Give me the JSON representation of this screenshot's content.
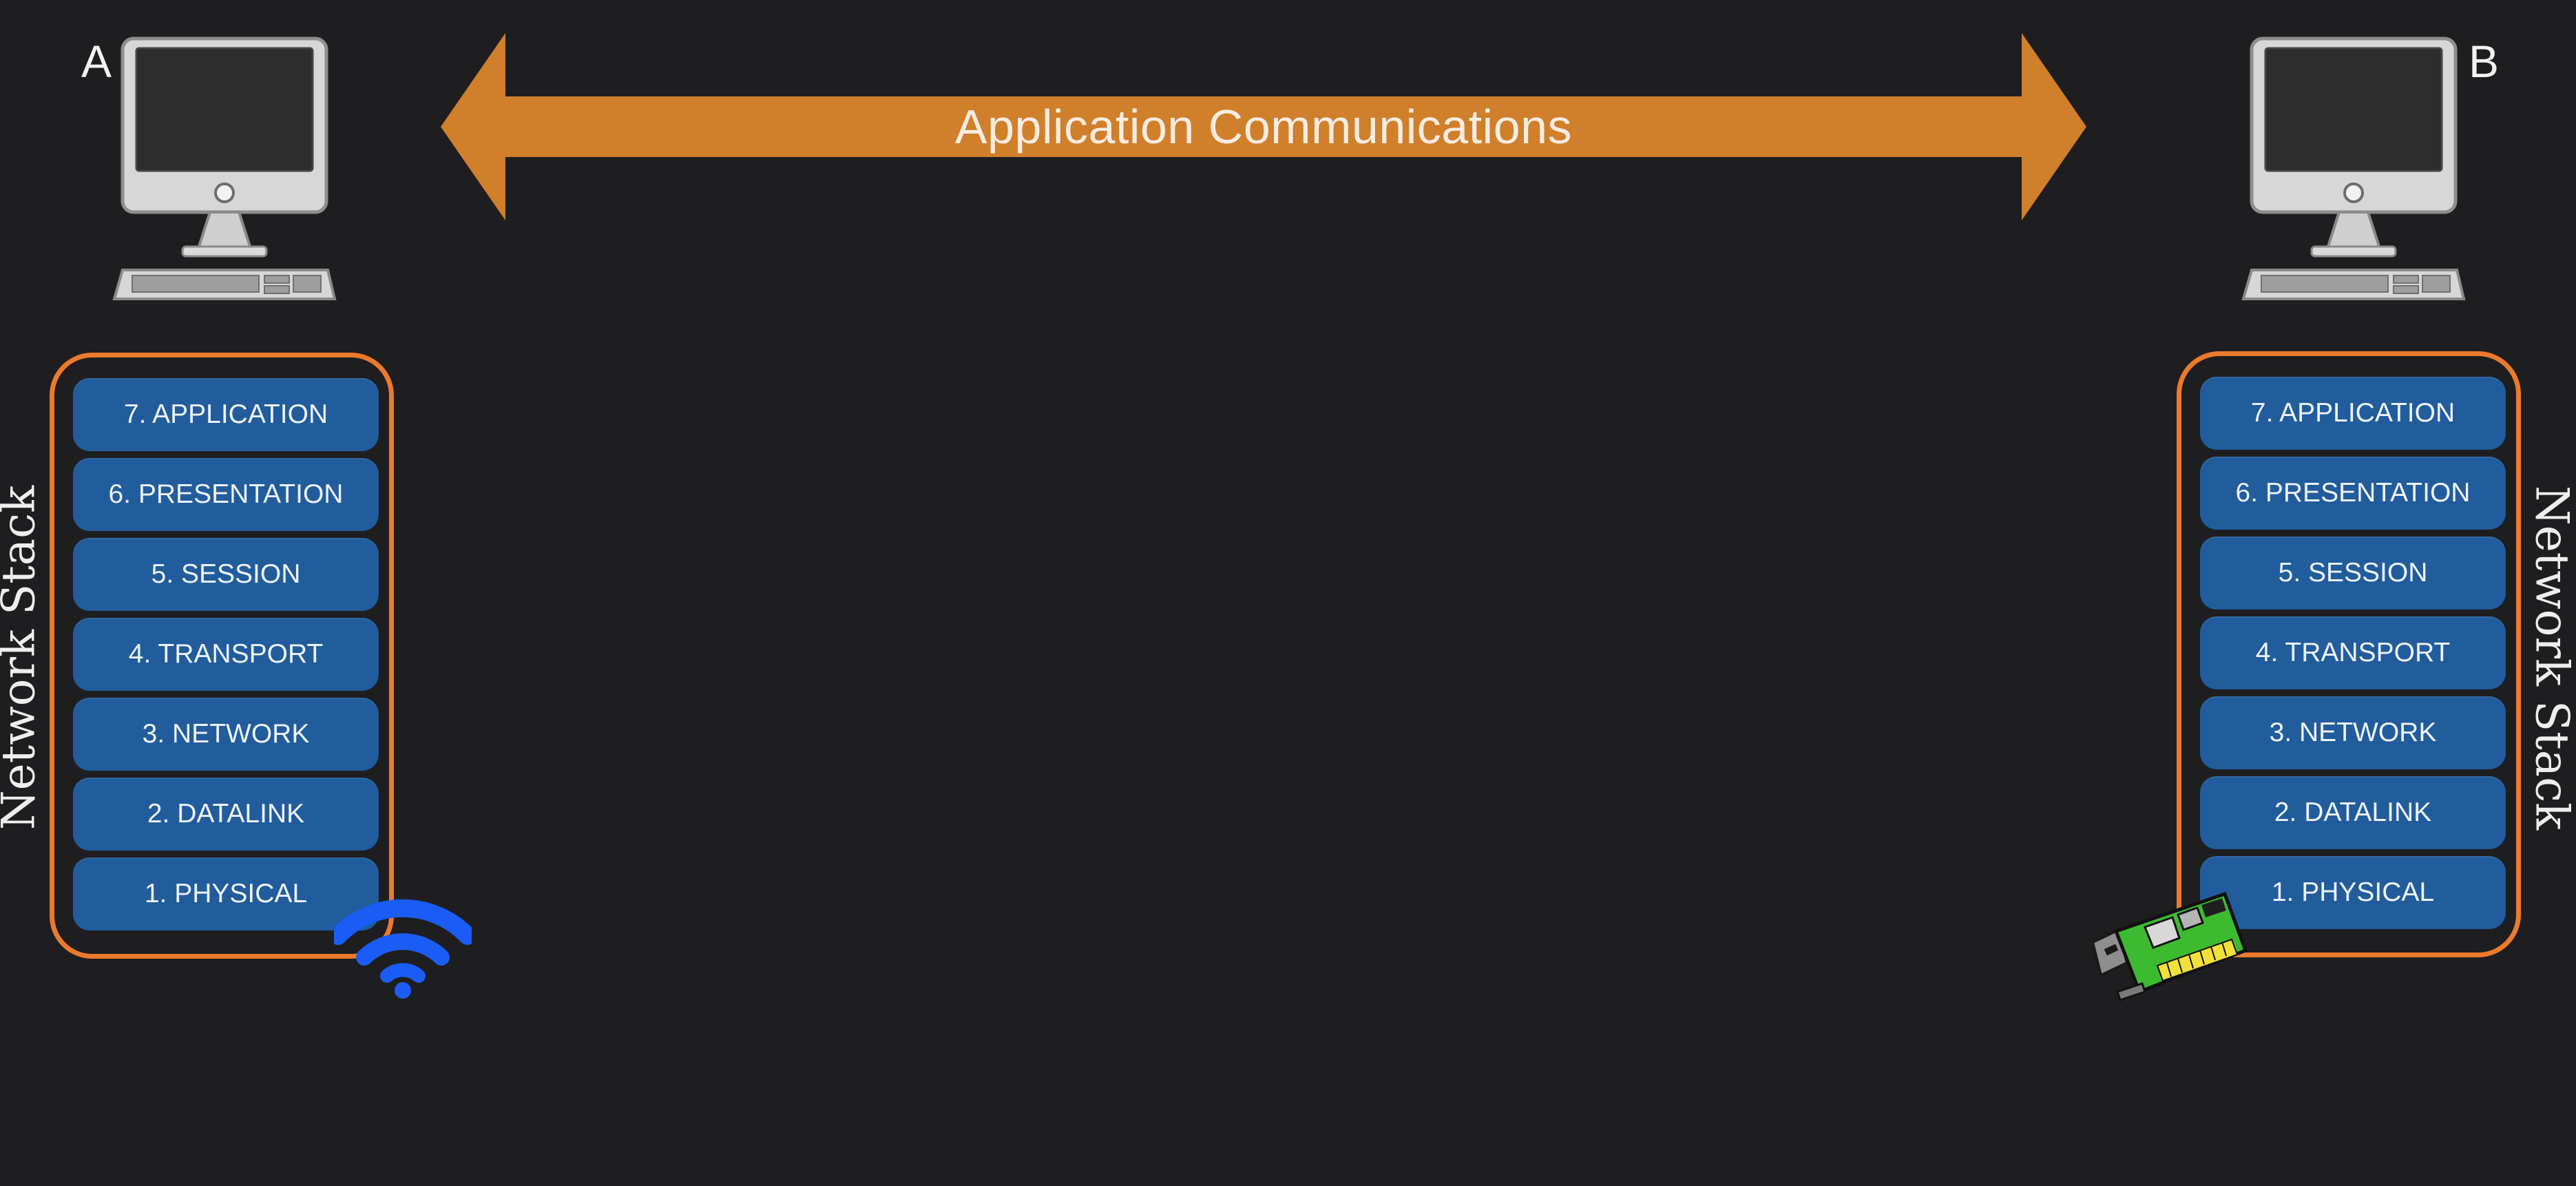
{
  "hosts": {
    "left": {
      "label": "A"
    },
    "right": {
      "label": "B"
    }
  },
  "arrow": {
    "label": "Application Communications",
    "color": "#d07f2a"
  },
  "stack_title": "Network Stack",
  "stack_border_color": "#ec7a2c",
  "layer_color": "#215c9d",
  "layers": [
    "7. APPLICATION",
    "6. PRESENTATION",
    "5. SESSION",
    "4. TRANSPORT",
    "3. NETWORK",
    "2. DATALINK",
    "1. PHYSICAL"
  ],
  "icons": {
    "computer": "desktop-computer-icon",
    "wifi": "wifi-icon",
    "nic": "network-card-icon"
  }
}
